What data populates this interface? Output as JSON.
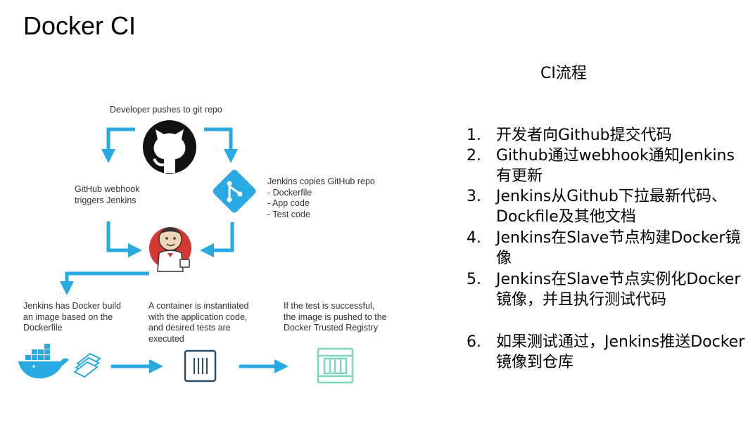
{
  "page": {
    "title": "Docker CI",
    "subtitle": "CI流程"
  },
  "steps": [
    {
      "num": "1.",
      "text": "开发者向Github提交代码"
    },
    {
      "num": "2.",
      "text": "Github通过webhook通知Jenkins有更新"
    },
    {
      "num": "3.",
      "text": "Jenkins从Github下拉最新代码、Dockfile及其他文档"
    },
    {
      "num": "4.",
      "text": "Jenkins在Slave节点构建Docker镜像"
    },
    {
      "num": "5.",
      "text": "Jenkins在Slave节点实例化Docker镜像，并且执行测试代码"
    },
    {
      "num": "6.",
      "text": "如果测试通过，Jenkins推送Docker镜像到仓库"
    }
  ],
  "diagram": {
    "developer_push": "Developer pushes to git repo",
    "webhook": "GitHub webhook\ntriggers Jenkins",
    "jenkins_copies": "Jenkins copies GitHub repo\n- Dockerfile\n- App code\n- Test code",
    "docker_build": "Jenkins has Docker build\nan image based on the\nDockerfile",
    "container": "A container is instantiated\nwith the application code,\nand desired tests are\nexecuted",
    "registry": "If the test is successful,\nthe image is pushed to the\nDocker Trusted Registry"
  },
  "colors": {
    "accent": "#29a9e1",
    "jenkins_red": "#d33833",
    "registry_green": "#7fd6c0",
    "container_navy": "#2c4a66"
  }
}
